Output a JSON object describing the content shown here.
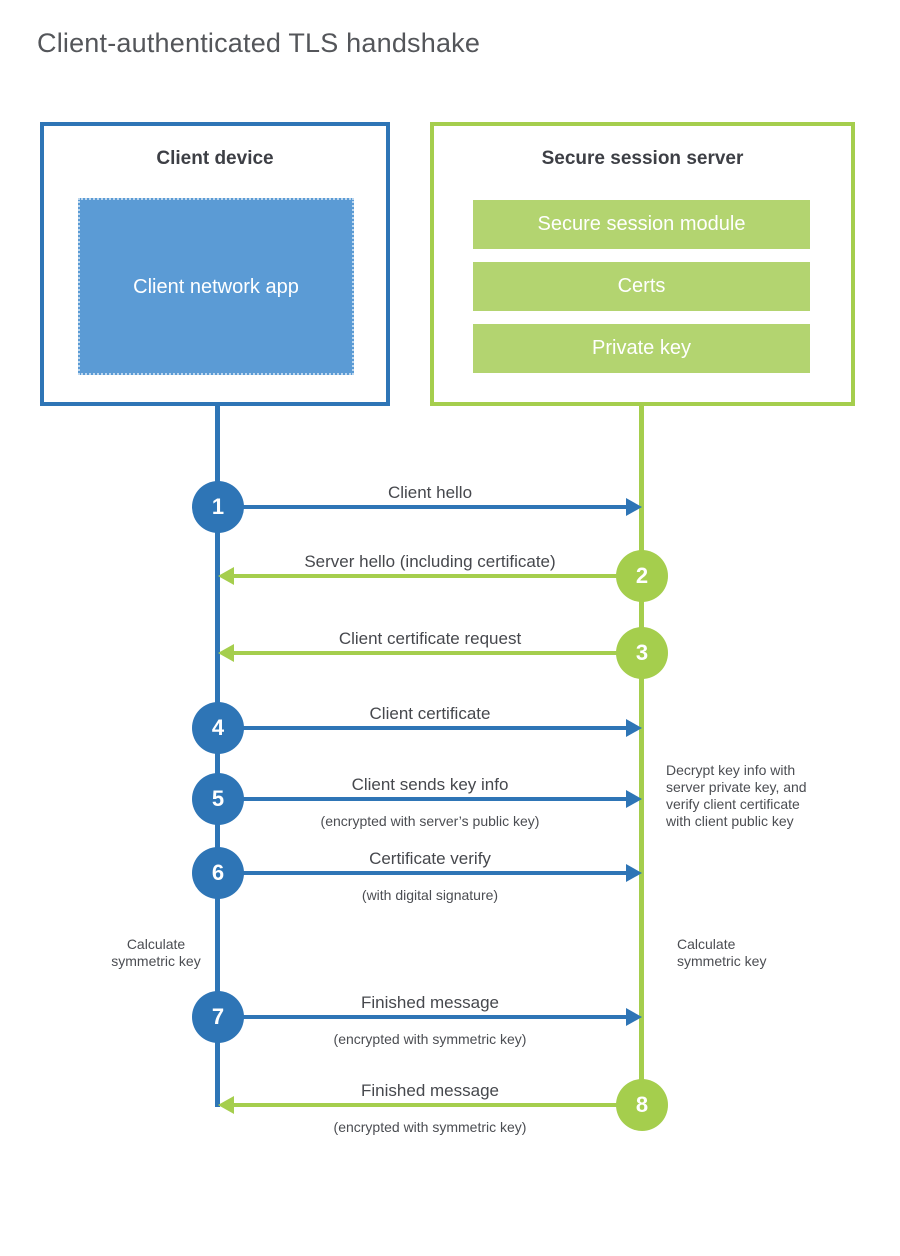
{
  "title": "Client-authenticated TLS handshake",
  "colors": {
    "client_accent": "#2e75b6",
    "client_fill": "#5b9bd5",
    "server_accent": "#a5ce4d",
    "server_fill": "#b3d470",
    "text": "#46484d",
    "heading": "#3d3f45"
  },
  "client": {
    "title": "Client device",
    "app_label": "Client network app"
  },
  "server": {
    "title": "Secure session server",
    "modules": [
      "Secure session module",
      "Certs",
      "Private key"
    ]
  },
  "messages": [
    {
      "step": "1",
      "label": "Client hello",
      "direction": "to-server"
    },
    {
      "step": "2",
      "label": "Server hello (including certificate)",
      "direction": "to-client"
    },
    {
      "step": "3",
      "label": "Client certificate request",
      "direction": "to-client"
    },
    {
      "step": "4",
      "label": "Client certificate",
      "direction": "to-server"
    },
    {
      "step": "5",
      "label": "Client sends key info",
      "sublabel": "(encrypted with server’s public key)",
      "direction": "to-server"
    },
    {
      "step": "6",
      "label": "Certificate verify",
      "sublabel": "(with digital signature)",
      "direction": "to-server"
    },
    {
      "step": "7",
      "label": "Finished message",
      "sublabel": "(encrypted with symmetric key)",
      "direction": "to-server"
    },
    {
      "step": "8",
      "label": "Finished message",
      "sublabel": "(encrypted with symmetric key)",
      "direction": "to-client"
    }
  ],
  "notes": {
    "decrypt": "Decrypt key info with\nserver private key, and\nverify client certificate\nwith client public key",
    "calc_client": "Calculate\nsymmetric key",
    "calc_server": "Calculate\nsymmetric key"
  }
}
